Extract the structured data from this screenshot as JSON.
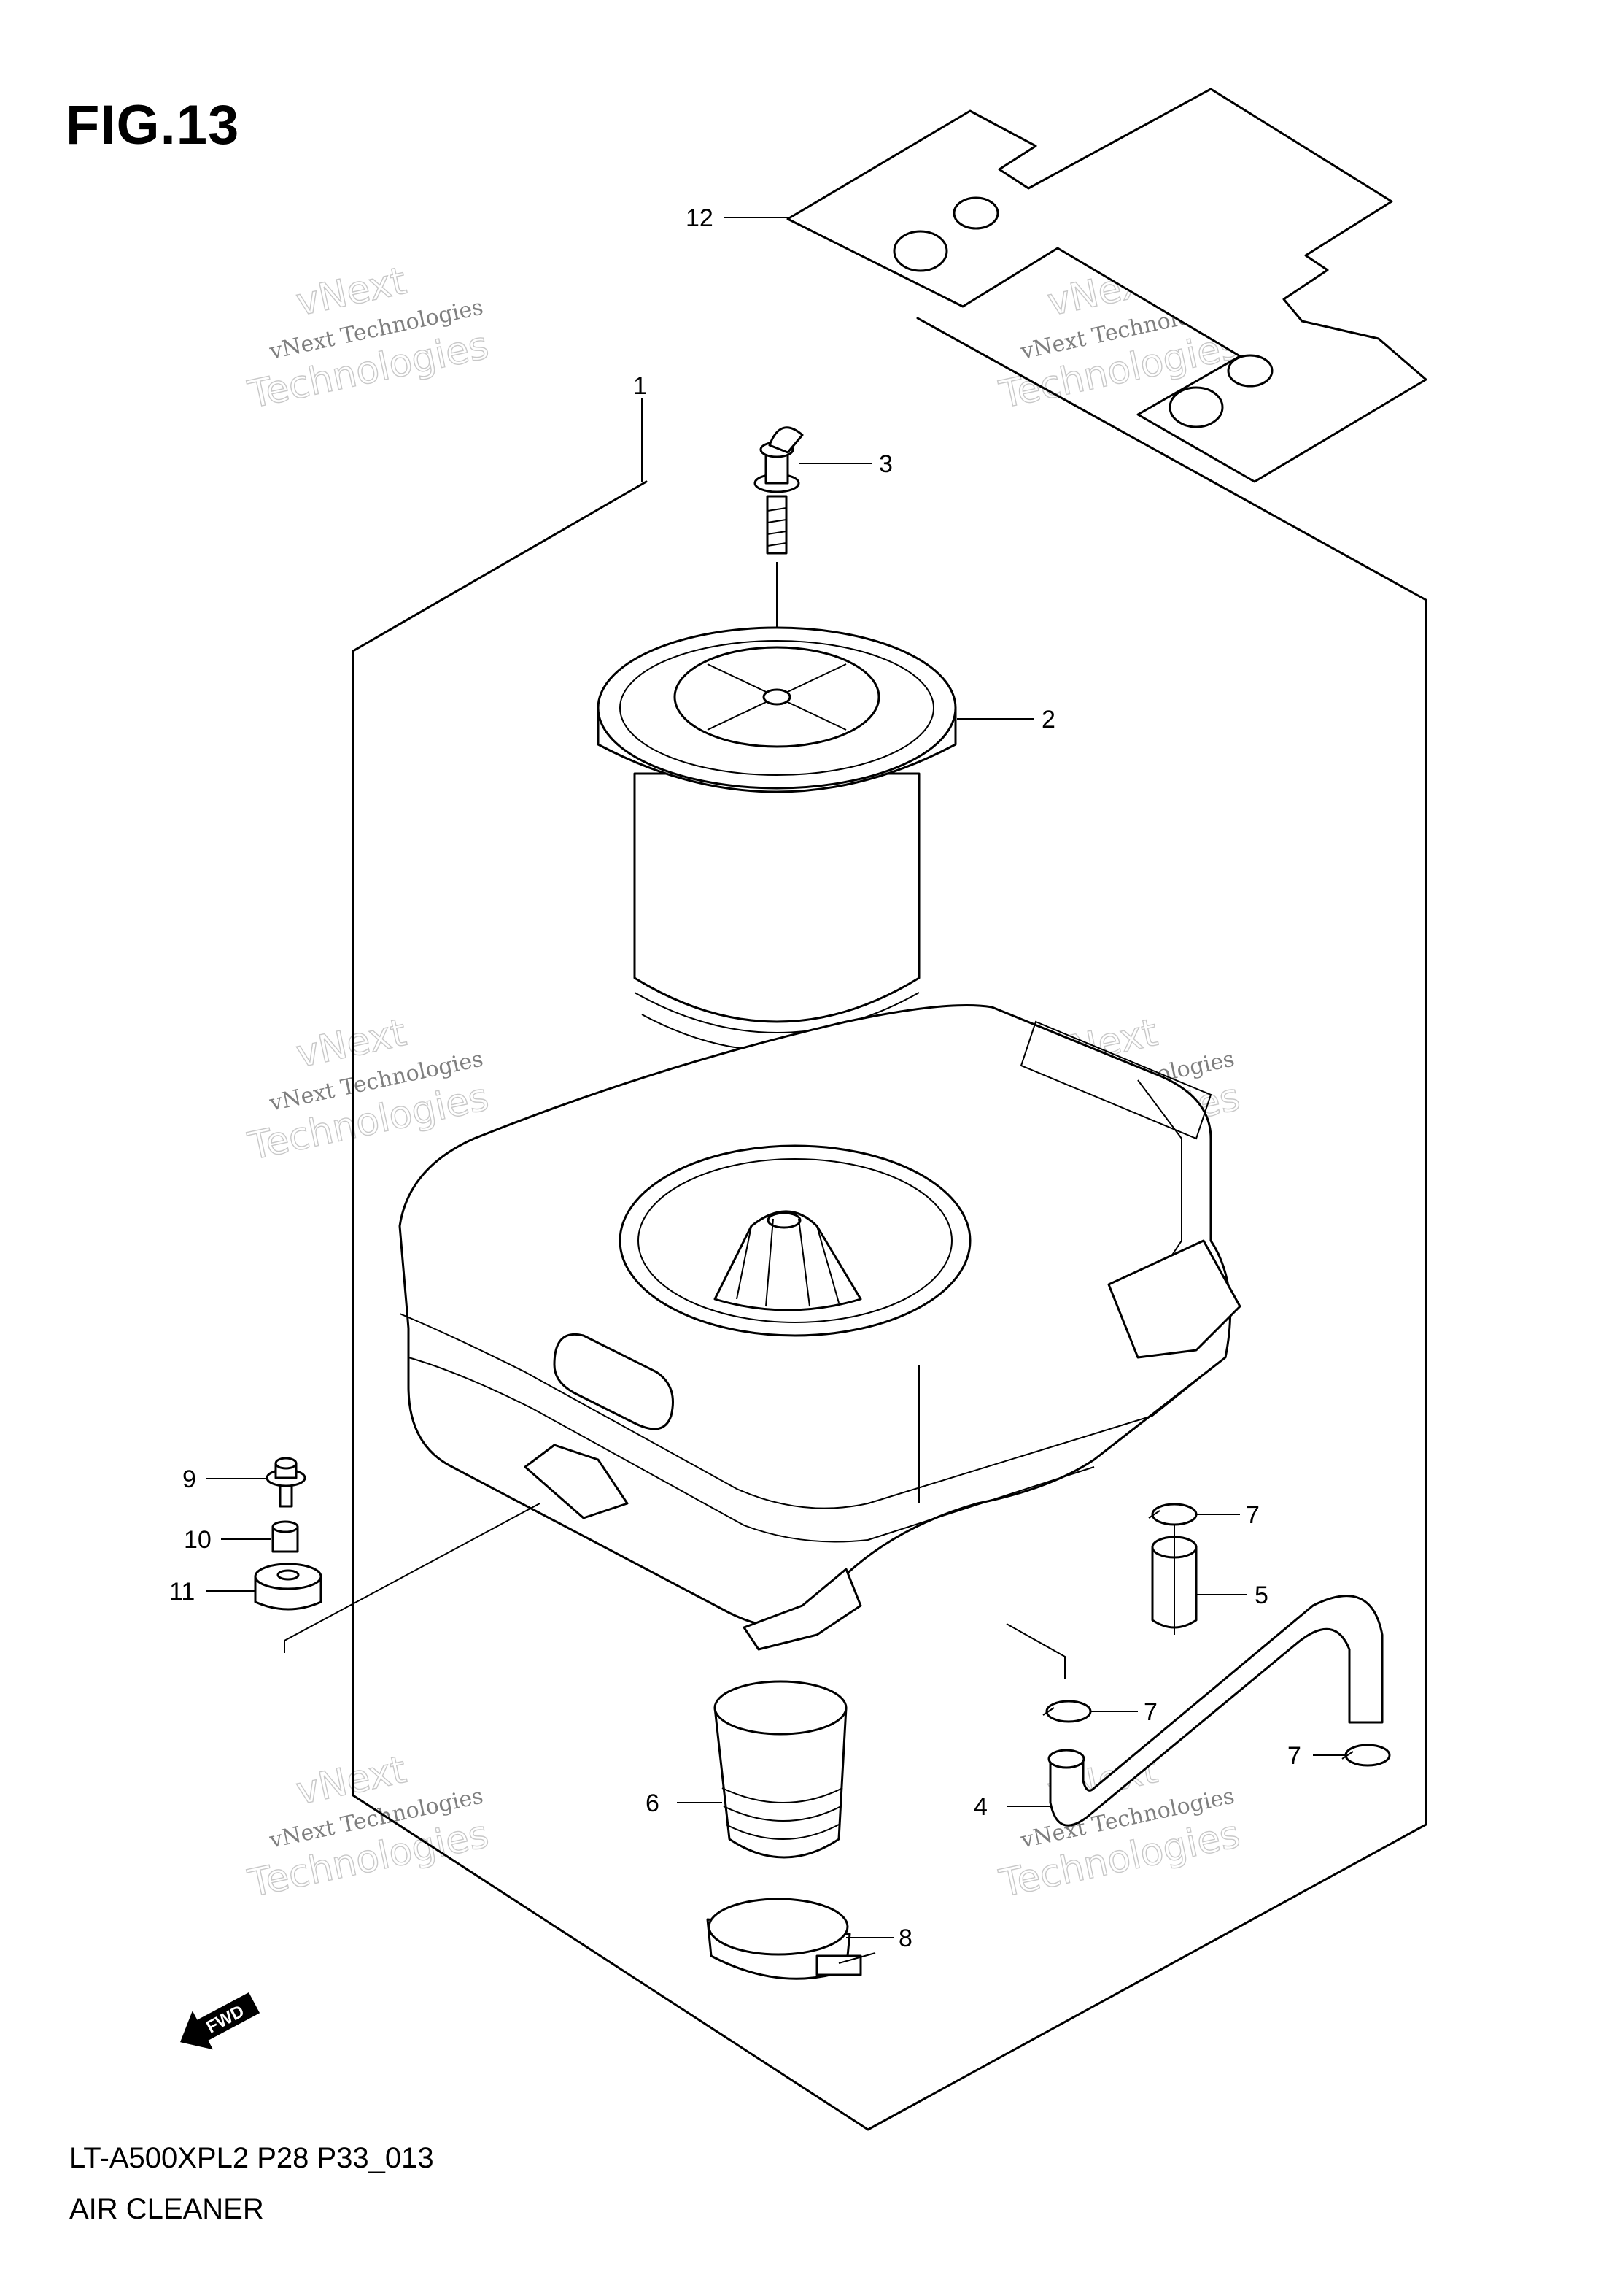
{
  "figure_title": "FIG.13",
  "footer": {
    "code": "LT-A500XPL2 P28 P33_013",
    "name": "AIR CLEANER"
  },
  "callouts": [
    {
      "id": "c1",
      "label": "1"
    },
    {
      "id": "c2",
      "label": "2"
    },
    {
      "id": "c3",
      "label": "3"
    },
    {
      "id": "c4",
      "label": "4"
    },
    {
      "id": "c5",
      "label": "5"
    },
    {
      "id": "c6",
      "label": "6"
    },
    {
      "id": "c7a",
      "label": "7"
    },
    {
      "id": "c7b",
      "label": "7"
    },
    {
      "id": "c7c",
      "label": "7"
    },
    {
      "id": "c8",
      "label": "8"
    },
    {
      "id": "c9",
      "label": "9"
    },
    {
      "id": "c10",
      "label": "10"
    },
    {
      "id": "c11",
      "label": "11"
    },
    {
      "id": "c12",
      "label": "12"
    }
  ],
  "fwd_label": "FWD",
  "watermark": {
    "line1": "vNext",
    "line2": "vNext Technologies",
    "line3": "Technologies"
  }
}
